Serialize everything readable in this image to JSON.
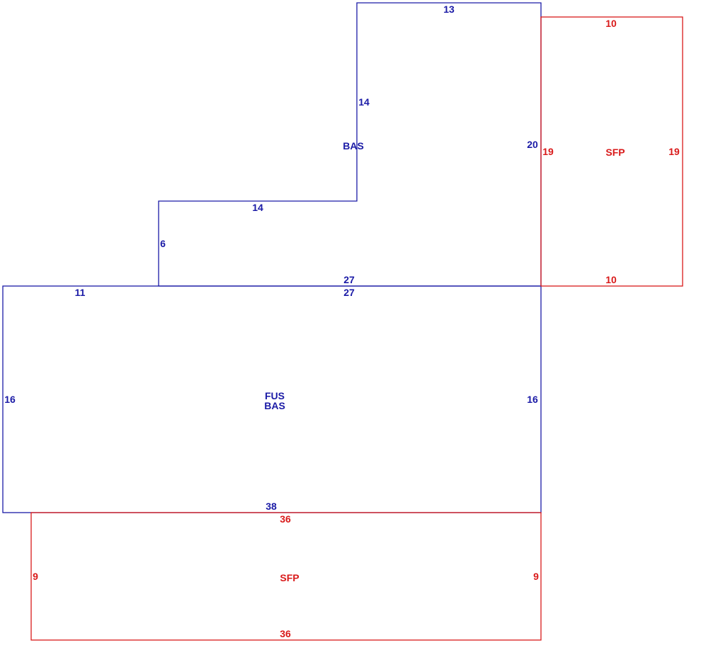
{
  "colors": {
    "living": "#1a1aa6",
    "porch": "#d91a1a",
    "background": "#ffffff"
  },
  "areas": {
    "upper_bas": {
      "code": "BAS",
      "dims": {
        "top": "13",
        "inner_vertical": "14",
        "right": "20",
        "step_horizontal": "14",
        "left": "6",
        "bottom": "27"
      }
    },
    "right_sfp": {
      "code": "SFP",
      "dims": {
        "top": "10",
        "left": "19",
        "right": "19",
        "bottom": "10"
      }
    },
    "main": {
      "code_upper": "FUS",
      "code_lower": "BAS",
      "dims": {
        "top_left": "11",
        "top": "27",
        "left": "16",
        "right": "16",
        "bottom": "38"
      }
    },
    "bottom_sfp": {
      "code": "SFP",
      "dims": {
        "top": "36",
        "left": "9",
        "right": "9",
        "bottom": "36"
      }
    }
  }
}
